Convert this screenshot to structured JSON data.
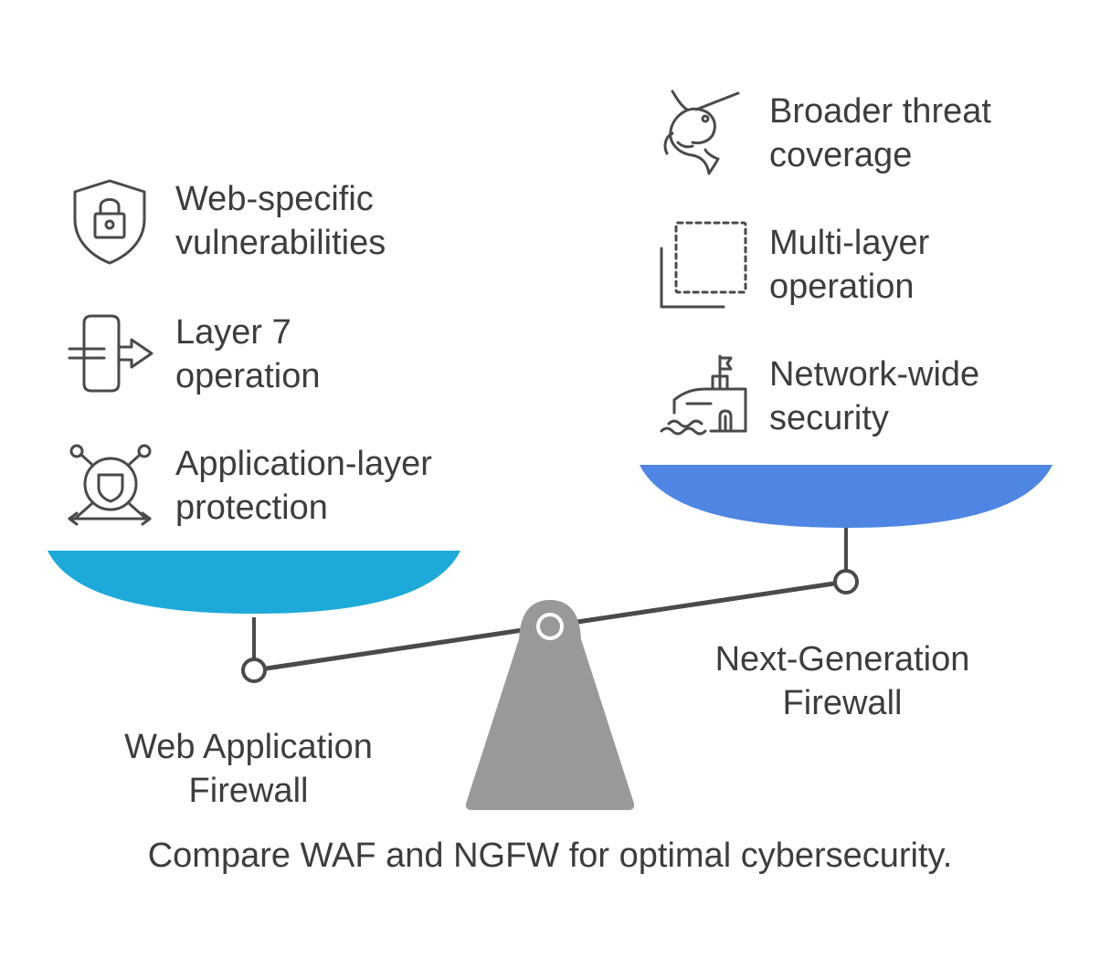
{
  "left_side": {
    "title": "Web Application\nFirewall",
    "color": "#1EAAD9",
    "items": [
      {
        "icon": "shield-lock-icon",
        "label": "Web-specific\nvulnerabilities"
      },
      {
        "icon": "layer-arrow-icon",
        "label": "Layer 7\noperation"
      },
      {
        "icon": "shield-network-icon",
        "label": "Application-layer\nprotection"
      }
    ]
  },
  "right_side": {
    "title": "Next-Generation\nFirewall",
    "color": "#4F86E3",
    "items": [
      {
        "icon": "swordfish-icon",
        "label": "Broader threat\ncoverage"
      },
      {
        "icon": "layers-dashed-icon",
        "label": "Multi-layer\noperation"
      },
      {
        "icon": "castle-flag-icon",
        "label": "Network-wide\nsecurity"
      }
    ]
  },
  "caption": "Compare WAF and NGFW for optimal cybersecurity.",
  "colors": {
    "fulcrum": "#999999",
    "line": "#4a4a4a",
    "text": "#3d3d3d"
  }
}
